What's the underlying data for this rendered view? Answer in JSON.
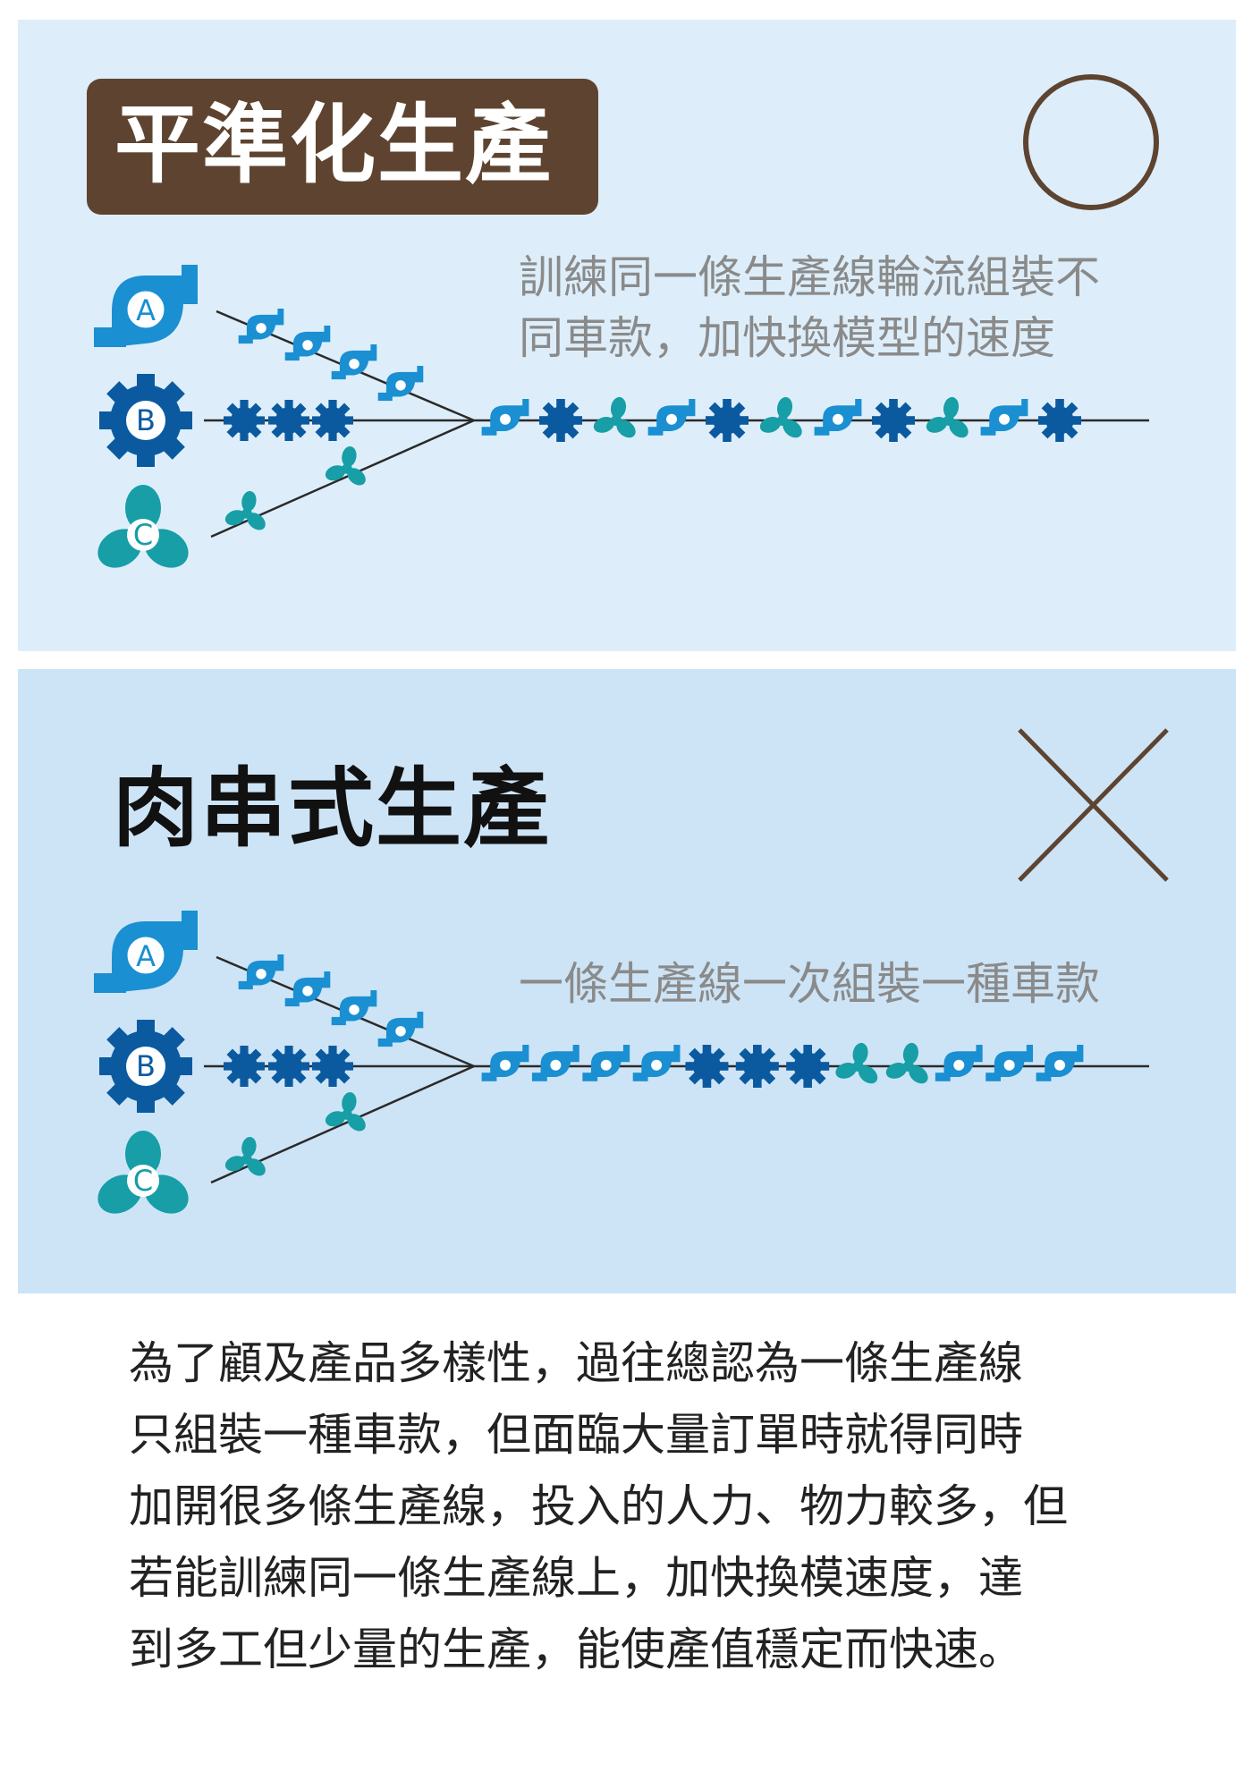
{
  "top_panel": {
    "title": "平準化生產",
    "mark": "circle-mark",
    "description_lines": [
      "訓練同一條生產線輪流組裝不",
      "同車款，加快換模型的速度"
    ],
    "input_labels": [
      "A",
      "B",
      "C"
    ],
    "output_sequence": [
      "A",
      "B",
      "C",
      "A",
      "B",
      "C",
      "A",
      "B",
      "C",
      "A",
      "B"
    ]
  },
  "bottom_panel": {
    "title": "肉串式生產",
    "mark": "cross-mark",
    "description_lines": [
      "一條生產線一次組裝一種車款"
    ],
    "input_labels": [
      "A",
      "B",
      "C"
    ],
    "output_sequence": [
      "A",
      "A",
      "A",
      "A",
      "B",
      "B",
      "B",
      "C",
      "C",
      "A",
      "A",
      "A"
    ]
  },
  "paragraph_lines": [
    "為了顧及產品多樣性，過往總認為一條生產線",
    "只組裝一種車款，但面臨大量訂單時就得同時",
    "加開很多條生產線，投入的人力、物力較多，但",
    "若能訓練同一條生產線上，加快換模速度，達",
    "到多工但少量的生產，能使產值穩定而快速。"
  ],
  "colors": {
    "top_panel_bg": "#ddeefa",
    "bottom_panel_bg": "#cde4f6",
    "title_box": "#5e4430",
    "mark": "#5e4430",
    "part_A": "#1a8fd2",
    "part_B": "#0b5aa0",
    "part_C": "#179ea6",
    "line": "#2a2a2a"
  },
  "icons": {
    "A": "pump-icon",
    "B": "gear-icon",
    "C": "fan-icon"
  }
}
